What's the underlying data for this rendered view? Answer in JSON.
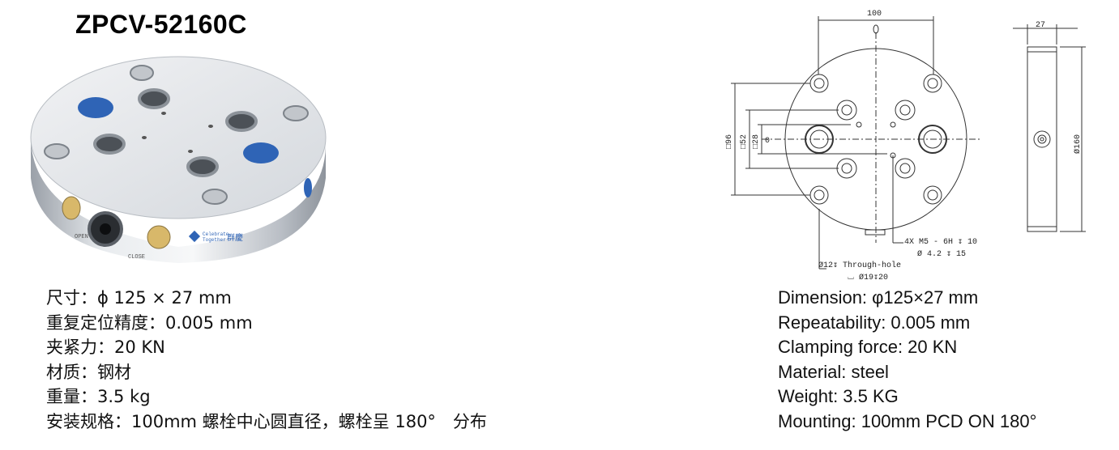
{
  "product": {
    "model": "ZPCV-52160C"
  },
  "photo": {
    "labels": {
      "open": "OPEN",
      "close": "CLOSE",
      "brand_en_1": "Celebrate",
      "brand_en_2": "Together",
      "brand_cn": "群慶"
    }
  },
  "drawing": {
    "dim_top": "100",
    "dim_side_width": "27",
    "dim_side_height": "Ø160",
    "left_dims": [
      "□96",
      "□52",
      "□28",
      "0"
    ],
    "callouts": [
      "4X  M5 - 6H ↧ 10",
      "Ø 4.2 ↧ 15",
      "Ø12↧ Through-hole",
      "⌴ Ø19↧20"
    ]
  },
  "specs_cn": [
    "尺寸：ϕ 125 × 27 mm",
    "重复定位精度：0.005 mm",
    "夹紧力：20 KN",
    "材质：钢材",
    "重量：3.5 kg",
    "安装规格：100mm 螺栓中心圆直径，螺栓呈 180°　分布"
  ],
  "specs_en": [
    "Dimension: φ125×27 mm",
    "Repeatability: 0.005 mm",
    "Clamping force: 20 KN",
    "Material: steel",
    "Weight: 3.5 KG",
    "Mounting: 100mm PCD ON 180°"
  ],
  "colors": {
    "blue_plug": "#2f64b6",
    "steel": "#cfd3d8",
    "brass": "#d8b86a",
    "line": "#333333"
  }
}
